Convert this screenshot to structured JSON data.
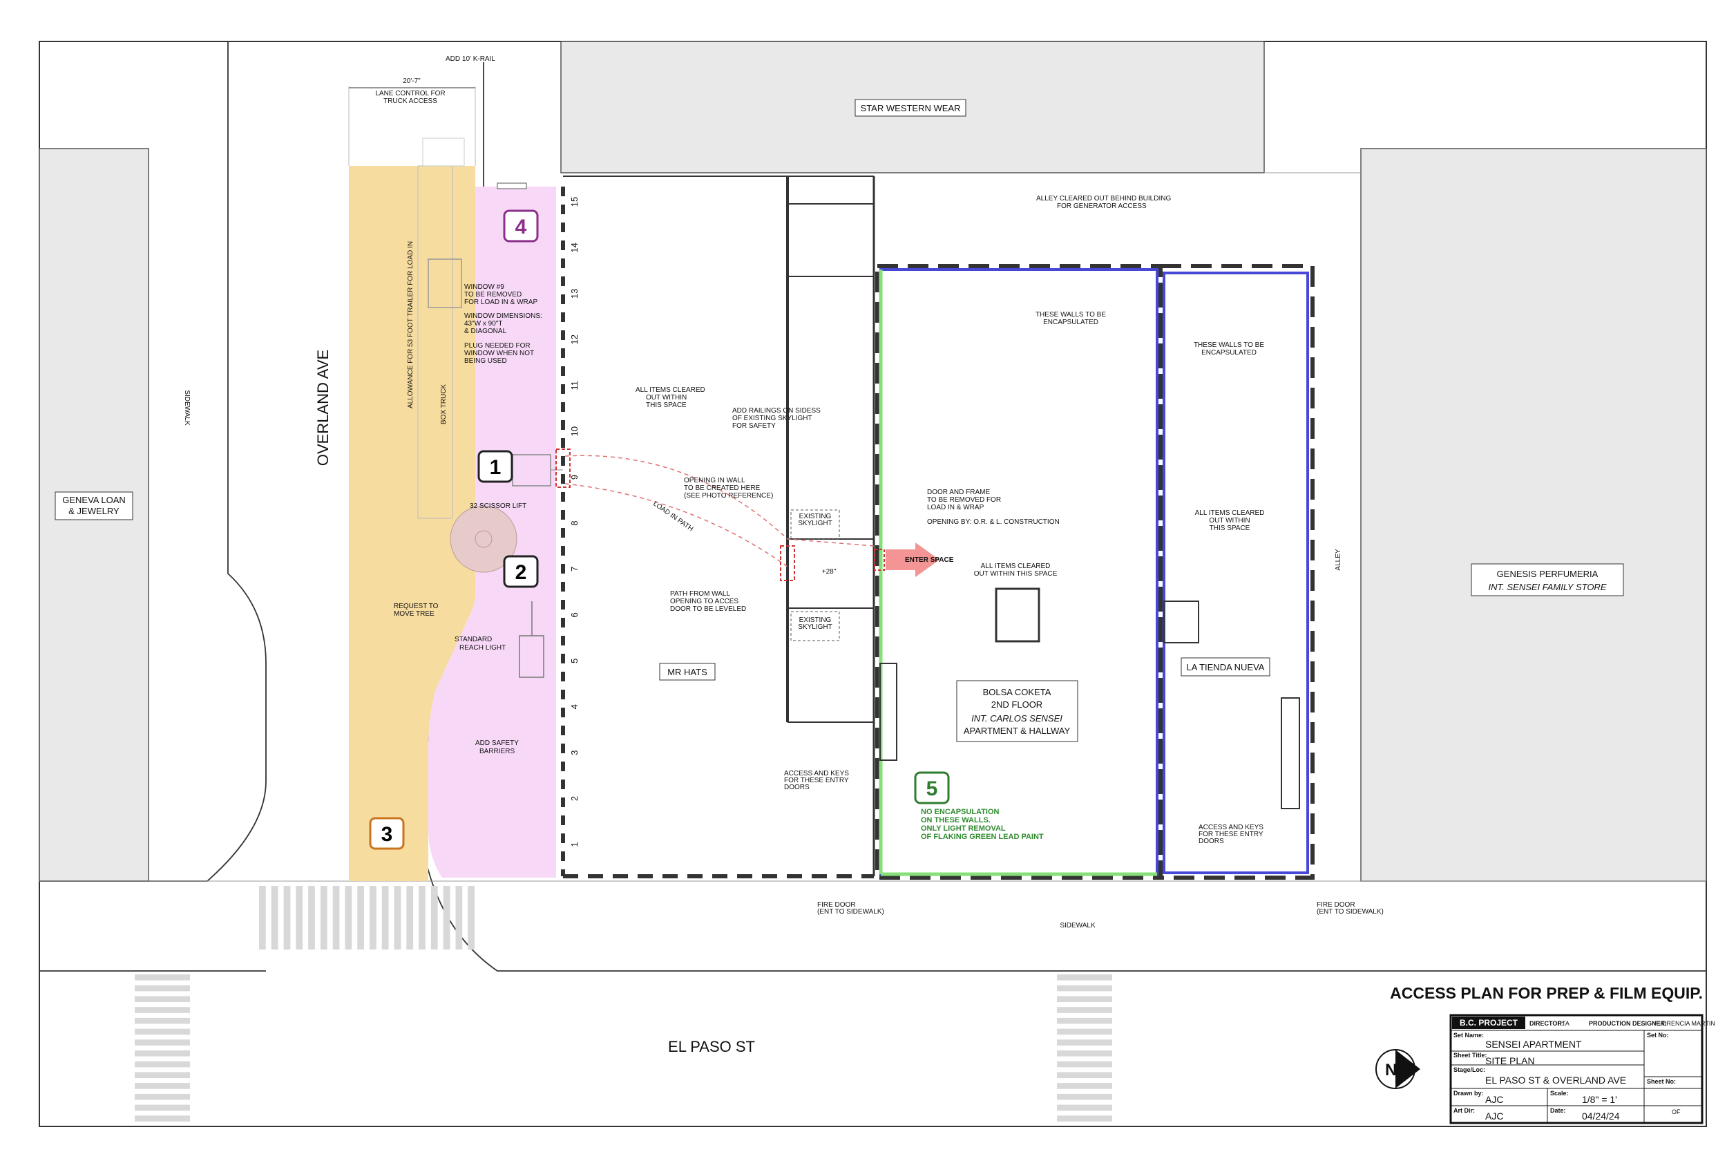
{
  "streets": {
    "overland": "OVERLAND AVE",
    "el_paso": "EL PASO ST",
    "alley": "ALLEY",
    "sidewalk": "SIDEWALK"
  },
  "buildings": {
    "star_western": "STAR WESTERN WEAR",
    "geneva": [
      "GENEVA LOAN",
      "& JEWELRY"
    ],
    "genesis": "GENESIS PERFUMERIA",
    "genesis_sub": "INT. SENSEI FAMILY STORE",
    "mr_hats": "MR HATS",
    "bolsa": [
      "BOLSA COKETA",
      "2ND FLOOR",
      "INT. CARLOS SENSEI",
      "APARTMENT & HALLWAY"
    ],
    "tienda": "LA TIENDA NUEVA"
  },
  "markers": {
    "m1": "1",
    "m2": "2",
    "m3": "3",
    "m4": "4",
    "m5": "5"
  },
  "window_numbers": [
    "1",
    "2",
    "3",
    "4",
    "5",
    "6",
    "7",
    "8",
    "9",
    "10",
    "11",
    "12",
    "13",
    "14",
    "15"
  ],
  "notes": {
    "add_k_rail": "ADD 10' K-RAIL",
    "dim": "20'-7\"",
    "lane_control": [
      "LANE CONTROL FOR",
      "TRUCK ACCESS"
    ],
    "allowance": "ALLOWANCE FOR 53 FOOT TRAILER FOR LOAD IN",
    "box_truck": "BOX TRUCK",
    "window9": [
      "WINDOW #9",
      "TO BE REMOVED",
      "FOR LOAD IN & WRAP"
    ],
    "window_dims": [
      "WINDOW DIMENSIONS:",
      "43\"W x 90\"T",
      "& DIAGONAL"
    ],
    "plug": [
      "PLUG NEEDED FOR",
      "WINDOW WHEN NOT",
      "BEING USED"
    ],
    "scissor": "32 SCISSOR LIFT",
    "request_tree": [
      "REQUEST TO",
      "MOVE TREE"
    ],
    "reach_light": [
      "STANDARD",
      "REACH LIGHT"
    ],
    "safety_barriers": [
      "ADD SAFETY",
      "BARRIERS"
    ],
    "alley_cleared": [
      "ALLEY CLEARED OUT BEHIND BUILDING",
      "FOR GENERATOR ACCESS"
    ],
    "items_cleared_1": [
      "ALL ITEMS CLEARED",
      "OUT WITHIN",
      "THIS SPACE"
    ],
    "railings": [
      "ADD RAILINGS ON SIDESS",
      "OF EXISTING SKYLIGHT",
      "FOR SAFETY"
    ],
    "opening_wall": [
      "OPENING IN WALL",
      "TO BE CREATED HERE",
      "(SEE PHOTO REFERENCE)"
    ],
    "load_path": "LOAD IN PATH",
    "path_wall": [
      "PATH FROM WALL",
      "OPENING TO ACCES",
      "DOOR TO BE LEVELED"
    ],
    "skylight": [
      "EXISTING",
      "SKYLIGHT"
    ],
    "step": "+28\"",
    "door_frame": [
      "DOOR AND FRAME",
      "TO BE REMOVED FOR",
      "LOAD IN & WRAP"
    ],
    "opening_by": "OPENING BY: O.R. & L. CONSTRUCTION",
    "enter_space": "ENTER SPACE",
    "items_cleared_2": [
      "ALL ITEMS CLEARED",
      "OUT WITHIN THIS SPACE"
    ],
    "encapsulated": [
      "THESE WALLS TO BE",
      "ENCAPSULATED"
    ],
    "items_cleared_3": [
      "ALL ITEMS CLEARED",
      "OUT WITHIN",
      "THIS SPACE"
    ],
    "access_keys": [
      "ACCESS AND KEYS",
      "FOR THESE ENTRY",
      "DOORS"
    ],
    "no_encap": [
      "NO ENCAPSULATION",
      "ON THESE WALLS.",
      "ONLY LIGHT REMOVAL",
      "OF FLAKING GREEN LEAD PAINT"
    ],
    "fire_door": [
      "FIRE DOOR",
      "(ENT TO SIDEWALK)"
    ]
  },
  "title": "ACCESS PLAN FOR PREP & FILM EQUIP.",
  "north": "N",
  "title_block": {
    "project": "B.C. PROJECT",
    "director_label": "DIRECTOR:",
    "director": "PTA",
    "pd_label": "PRODUCTION DESIGNER:",
    "pd": "FLORENCIA MARTIN",
    "set_name_label": "Set Name:",
    "set_name": "SENSEI APARTMENT",
    "set_no_label": "Set No:",
    "sheet_title_label": "Sheet Title:",
    "sheet_title": "SITE PLAN",
    "stage_label": "Stage/Loc:",
    "stage": "EL PASO ST & OVERLAND AVE",
    "sheet_no_label": "Sheet No:",
    "drawn_label": "Drawn by:",
    "drawn": "AJC",
    "scale_label": "Scale:",
    "scale": "1/8\" = 1'",
    "art_label": "Art Dir:",
    "art": "AJC",
    "date_label": "Date:",
    "date": "04/24/24",
    "of": "OF"
  },
  "colors": {
    "orange_zone": "#f7dca0",
    "pink_zone": "#f7d9f7",
    "blue_wall": "#4848d8",
    "green_wall": "#86e07a",
    "building_fill": "#e9e9e9",
    "arrow": "#f07070"
  }
}
